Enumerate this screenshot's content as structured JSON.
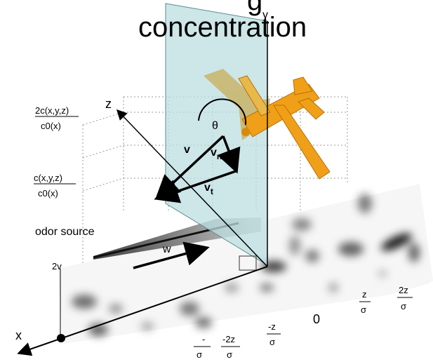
{
  "title_partial": "g",
  "title": "concentration",
  "axes": {
    "x": "x",
    "y": "y",
    "z": "z"
  },
  "vectors": {
    "v": "v",
    "vn_main": "v",
    "vn_sub": "n",
    "vt_main": "v",
    "vt_sub": "t",
    "theta": "θ",
    "w": "w"
  },
  "odor_source": "odor source",
  "y_ticks": {
    "top_num": "2c(x,y,z)",
    "top_den": "c0(x)",
    "mid_num": "c(x,y,z)",
    "mid_den": "c0(x)",
    "low": "2v"
  },
  "z_ticks": [
    {
      "num": "2z",
      "den": "σ"
    },
    {
      "num": "z",
      "den": "σ"
    },
    {
      "value": "0"
    },
    {
      "num": "-z",
      "den": "σ"
    },
    {
      "num": "-2z",
      "den": "σ"
    },
    {
      "num": "-",
      "den": "σ"
    }
  ],
  "colors": {
    "plane_fill": "#bcdde0",
    "plane_stroke": "#5b8a8e",
    "aircraft": "#f0a018",
    "aircraft_shadow": "#c9b46a"
  }
}
